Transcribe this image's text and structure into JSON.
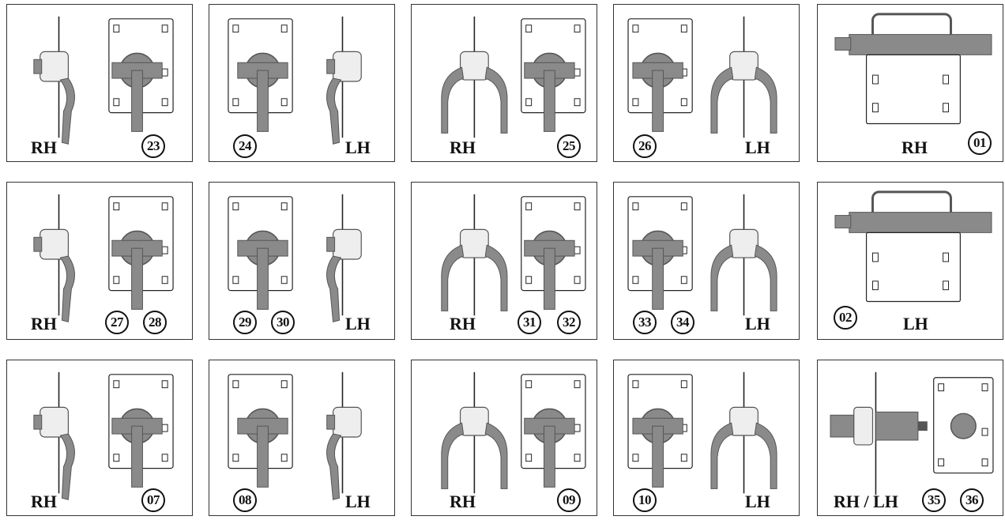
{
  "colors": {
    "metal": "#8a8a8a",
    "metal_dark": "#555555",
    "line": "#222222"
  },
  "panels": [
    {
      "handed": "RH",
      "numbers": [
        "23"
      ],
      "kind": "lever-rh"
    },
    {
      "handed": "LH",
      "numbers": [
        "24"
      ],
      "kind": "lever-lh"
    },
    {
      "handed": "RH",
      "numbers": [
        "25"
      ],
      "kind": "dual-rh"
    },
    {
      "handed": "LH",
      "numbers": [
        "26"
      ],
      "kind": "dual-lh"
    },
    {
      "handed": "RH",
      "numbers": [
        "01"
      ],
      "kind": "bar-rh"
    },
    {
      "handed": "RH",
      "numbers": [
        "27",
        "28"
      ],
      "kind": "lever-rh"
    },
    {
      "handed": "LH",
      "numbers": [
        "29",
        "30"
      ],
      "kind": "lever-lh"
    },
    {
      "handed": "RH",
      "numbers": [
        "31",
        "32"
      ],
      "kind": "dual-rh"
    },
    {
      "handed": "LH",
      "numbers": [
        "33",
        "34"
      ],
      "kind": "dual-lh"
    },
    {
      "handed": "LH",
      "numbers": [
        "02"
      ],
      "kind": "bar-lh"
    },
    {
      "handed": "RH",
      "numbers": [
        "07"
      ],
      "kind": "lever-rh"
    },
    {
      "handed": "LH",
      "numbers": [
        "08"
      ],
      "kind": "lever-lh"
    },
    {
      "handed": "RH",
      "numbers": [
        "09"
      ],
      "kind": "dual-rh"
    },
    {
      "handed": "LH",
      "numbers": [
        "10"
      ],
      "kind": "dual-lh"
    },
    {
      "handed": "RH / LH",
      "numbers": [
        "35",
        "36"
      ],
      "kind": "cylinder"
    }
  ]
}
